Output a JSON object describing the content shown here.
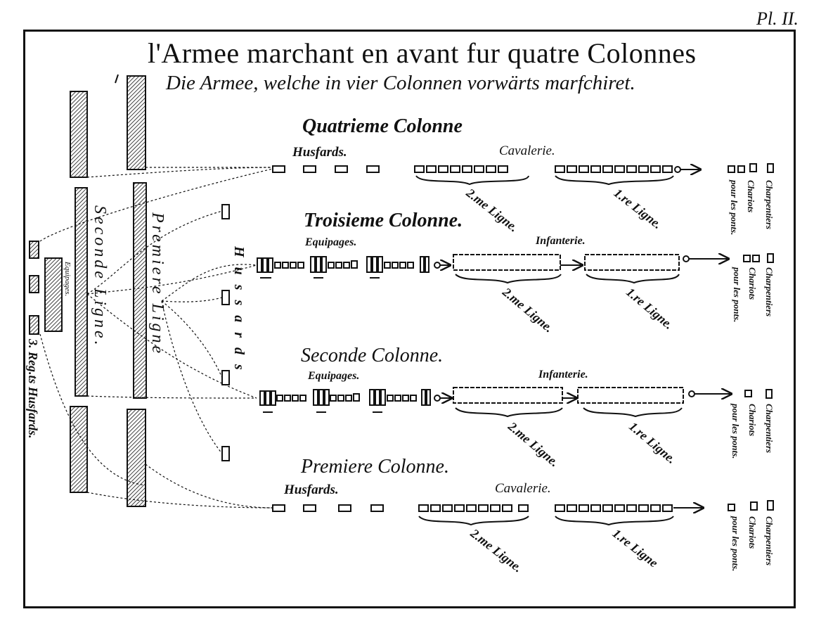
{
  "plate_number": "Pl. II.",
  "title": "l'Armee marchant en avant fur quatre Colonnes",
  "subtitle": "Die Armee, welche in vier Colonnen vorwärts marfchiret.",
  "columns": {
    "fourth": {
      "heading": "Quatrieme Colonne",
      "hussars": "Husfards.",
      "cavalry": "Cavalerie.",
      "second_line": "2.me Ligne.",
      "first_line": "1.re Ligne.",
      "carpenters": "Charpentiers",
      "wagons": "Chariots",
      "bridges": "pour les ponts."
    },
    "third": {
      "heading": "Troisieme Colonne.",
      "baggage": "Equipages.",
      "infantry": "Infanterie.",
      "second_line": "2.me Ligne.",
      "first_line": "1.re Ligne.",
      "carpenters": "Charpentiers",
      "wagons": "Chariots",
      "bridges": "pour les ponts."
    },
    "second": {
      "heading": "Seconde Colonne.",
      "baggage": "Equipages.",
      "infantry": "Infanterie.",
      "second_line": "2.me Ligne.",
      "first_line": "1.re Ligne.",
      "carpenters": "Charpentiers",
      "wagons": "Chariots",
      "bridges": "pour les ponts."
    },
    "first": {
      "heading": "Premiere Colonne.",
      "hussars": "Husfards.",
      "cavalry": "Cavalerie.",
      "second_line": "2.me Ligne.",
      "first_line": "1.re Ligne",
      "carpenters": "Charpentiers",
      "wagons": "Chariots",
      "bridges": "pour les ponts."
    }
  },
  "camp": {
    "second_line": "Seconde Ligne.",
    "first_line": "Premiere Ligne",
    "hussards_vertical": "Hussards",
    "baggage": "Equipages.",
    "hussar_regiment": "3. Reg.ts Husfards."
  },
  "colors": {
    "ink": "#111111",
    "paper": "#ffffff"
  }
}
